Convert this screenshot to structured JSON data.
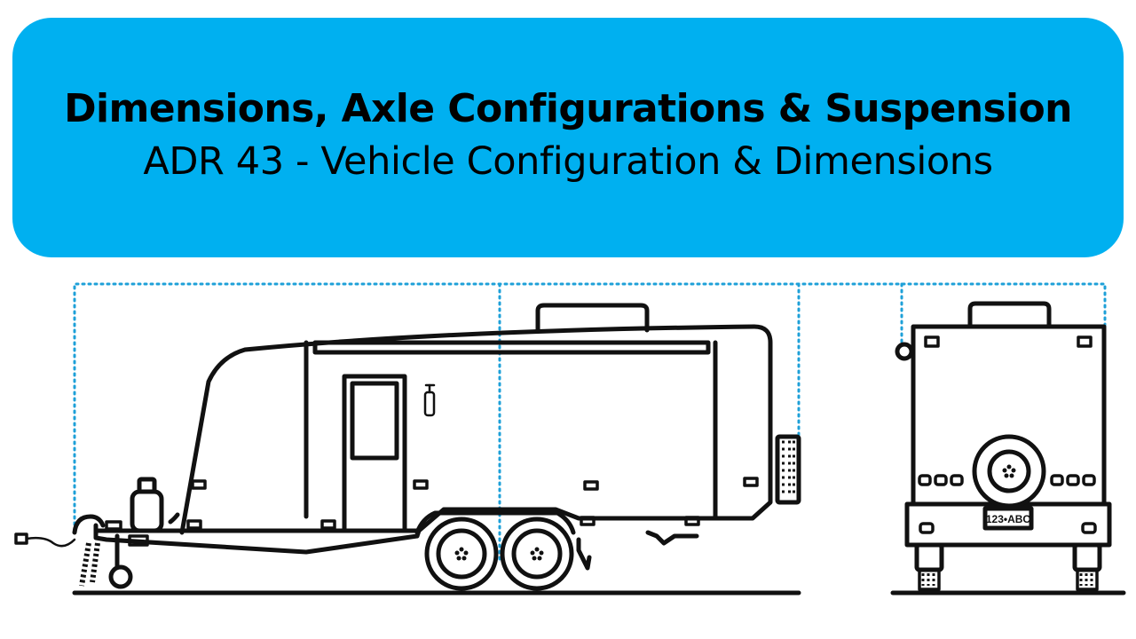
{
  "slide": {
    "title": "Dimensions, Axle Configurations & Suspension",
    "subtitle": "ADR 43 - Vehicle Configuration & Dimensions"
  },
  "diagram": {
    "number_plate": "123•ABC"
  },
  "colors": {
    "banner": "#00b0f0",
    "dimension_lines": "#1ea0d8",
    "line_art": "#111111"
  }
}
